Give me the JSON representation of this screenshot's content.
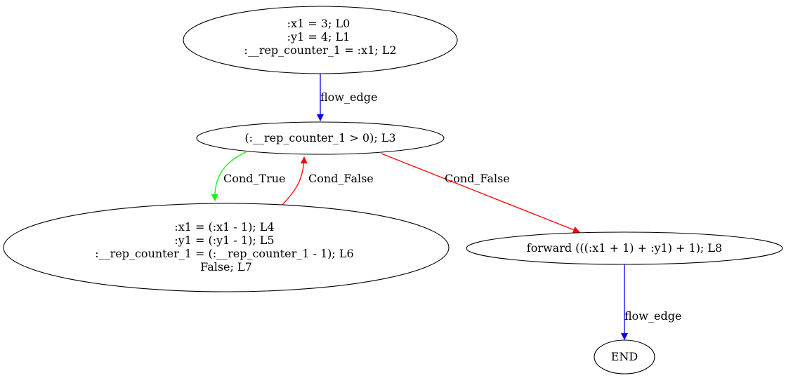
{
  "graph": {
    "nodes": [
      {
        "id": "n0",
        "lines": [
          ":x1 = 3; L0",
          ":y1 = 4; L1",
          ":__rep_counter_1 = :x1; L2"
        ]
      },
      {
        "id": "n1",
        "lines": [
          "(:__rep_counter_1 > 0); L3"
        ]
      },
      {
        "id": "n2",
        "lines": [
          ":x1 = (:x1 - 1); L4",
          ":y1 = (:y1 - 1); L5",
          ":__rep_counter_1 = (:__rep_counter_1 - 1); L6",
          "False; L7"
        ]
      },
      {
        "id": "n3",
        "lines": [
          "forward (((:x1 + 1) + :y1) + 1); L8"
        ]
      },
      {
        "id": "n4",
        "lines": [
          "END"
        ]
      }
    ],
    "edges": [
      {
        "id": "e0",
        "from": "n0",
        "to": "n1",
        "label": "flow_edge",
        "color": "#0000ff"
      },
      {
        "id": "e1",
        "from": "n1",
        "to": "n2",
        "label": "Cond_True",
        "color": "#00ff00"
      },
      {
        "id": "e2",
        "from": "n2",
        "to": "n1",
        "label": "Cond_False",
        "color": "#ff0000"
      },
      {
        "id": "e3",
        "from": "n1",
        "to": "n3",
        "label": "Cond_False",
        "color": "#ff0000"
      },
      {
        "id": "e4",
        "from": "n3",
        "to": "n4",
        "label": "flow_edge",
        "color": "#0000ff"
      }
    ]
  }
}
